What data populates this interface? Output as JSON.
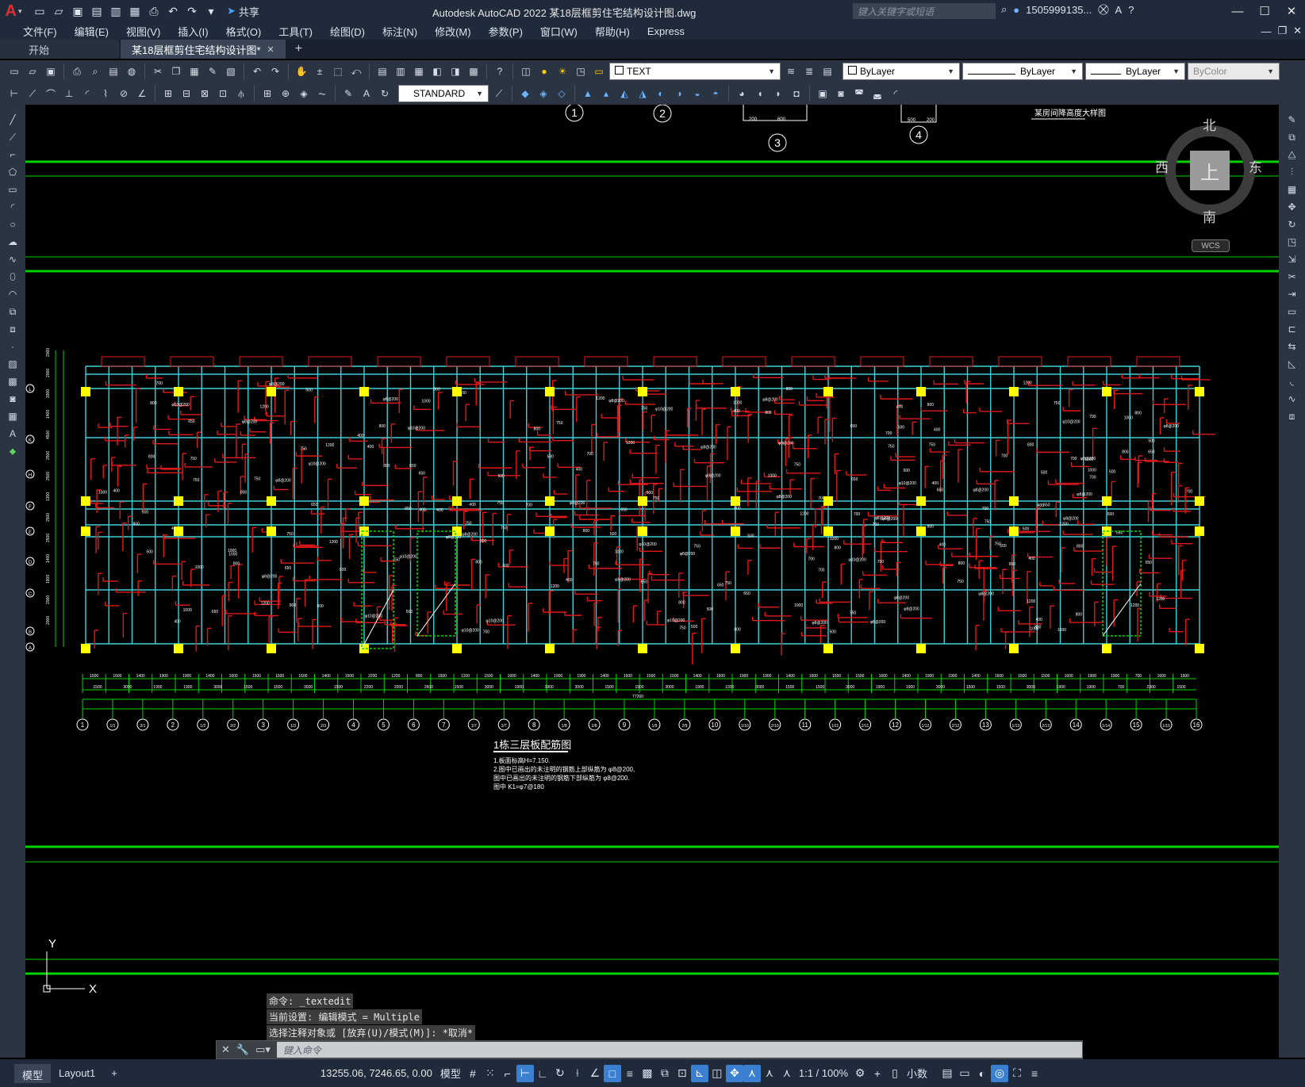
{
  "app": {
    "logo_letter": "A",
    "window_title": "Autodesk AutoCAD 2022    某18层框剪住宅结构设计图.dwg",
    "share_label": "共享",
    "search_placeholder": "键入关键字或短语",
    "user_name": "1505999135...",
    "window_controls": [
      "—",
      "☐",
      "✕"
    ]
  },
  "menu": {
    "items": [
      "文件(F)",
      "编辑(E)",
      "视图(V)",
      "插入(I)",
      "格式(O)",
      "工具(T)",
      "绘图(D)",
      "标注(N)",
      "修改(M)",
      "参数(P)",
      "窗口(W)",
      "帮助(H)",
      "Express"
    ]
  },
  "tabs": {
    "start": "开始",
    "drawing": "某18层框剪住宅结构设计图*",
    "close": "✕",
    "add": "+"
  },
  "toolbar": {
    "layer_value": "TEXT",
    "color_value": "ByLayer",
    "linetype_value": "ByLayer",
    "lineweight_value": "ByLayer",
    "plotstyle_value": "ByColor",
    "text_style_value": "STANDARD"
  },
  "viewcube": {
    "north": "北",
    "south": "南",
    "east": "东",
    "west": "西",
    "face": "上",
    "wcs": "WCS"
  },
  "drawing": {
    "callouts": [
      "1",
      "2",
      "3",
      "4"
    ],
    "detail_title": "某房间降高度大样图",
    "detail_dims": [
      "200",
      "600",
      "500",
      "200"
    ],
    "plan_title": "1栋三层板配筋图",
    "notes": [
      "1.板面标高H=7.150.",
      "2.图中已画出的未注明的钢筋上部纵筋为 φ8@200,",
      "  图中已画出的未注明的钢筋下部纵筋为 φ8@200.",
      "  图中 K1=φ7@180"
    ],
    "total_dim": "77260",
    "axis_labels": [
      "1",
      "1/1",
      "2/1",
      "2",
      "1/2",
      "2/2",
      "3",
      "1/3",
      "2/3",
      "4",
      "5",
      "6",
      "7",
      "1/7",
      "2/7",
      "8",
      "1/8",
      "2/8",
      "9",
      "1/9",
      "2/9",
      "10",
      "1/10",
      "2/10",
      "11",
      "1/11",
      "2/11",
      "12",
      "1/12",
      "2/12",
      "13",
      "1/13",
      "2/13",
      "14",
      "1/14",
      "15",
      "1/15",
      "16"
    ],
    "dims_row1": [
      "1500",
      "1600",
      "1400",
      "1900",
      "1900",
      "1400",
      "1600",
      "1500",
      "1500",
      "1600",
      "1400",
      "1500",
      "2200",
      "1200",
      "800",
      "1500",
      "1100",
      "1500",
      "1600",
      "1400",
      "1900",
      "1900",
      "1400",
      "1600",
      "1500",
      "1500",
      "1400",
      "1600",
      "1900",
      "1900",
      "1400",
      "1600",
      "1500",
      "1500",
      "1600",
      "1400",
      "1900",
      "1900",
      "1400",
      "1600",
      "1500",
      "1500",
      "1600",
      "1900",
      "1900",
      "700",
      "1600",
      "1500"
    ],
    "dims_row2": [
      "1500",
      "3000",
      "1900",
      "1900",
      "3000",
      "1500",
      "1500",
      "3000",
      "1500",
      "2200",
      "2000",
      "2600",
      "1500",
      "3000",
      "1900",
      "1900",
      "3000",
      "1500",
      "1500",
      "3000",
      "1900",
      "1900",
      "3000",
      "1500",
      "1500",
      "3000",
      "1900",
      "1900",
      "3000",
      "1500",
      "1500",
      "3000",
      "1900",
      "1900",
      "700",
      "2300",
      "1500"
    ],
    "left_dims": [
      "2000",
      "2000",
      "1900",
      "1400",
      "4500",
      "2500",
      "2500",
      "1300",
      "2500",
      "2500",
      "1400",
      "1900",
      "2000",
      "2000"
    ],
    "left_axis_labels": [
      "L",
      "K",
      "H",
      "F",
      "E",
      "D",
      "C",
      "B",
      "A"
    ],
    "rebar_labels": [
      "750",
      "800",
      "400",
      "1200",
      "650",
      "500",
      "1000",
      "700",
      "φ8@200",
      "φ10@200"
    ]
  },
  "ucs": {
    "y_label": "Y",
    "x_label": "X"
  },
  "command": {
    "history": [
      "命令: _textedit",
      "当前设置: 编辑模式 = Multiple",
      "选择注释对象或 [放弃(U)/模式(M)]: *取消*"
    ],
    "placeholder": "键入命令"
  },
  "status": {
    "model_tab": "模型",
    "layout_tab": "Layout1",
    "add_layout": "+",
    "coordinates": "13255.06, 7246.65, 0.00",
    "model_label": "模型",
    "scale": "1:1 / 100%",
    "units": "小数"
  },
  "colors": {
    "grid_green": "#00d200",
    "beam_cyan": "#3fd0d8",
    "rebar_red": "#e01a1a",
    "column_yellow": "#ffff00",
    "text_white": "#ffffff",
    "ui_dark": "#1f2a3a"
  }
}
